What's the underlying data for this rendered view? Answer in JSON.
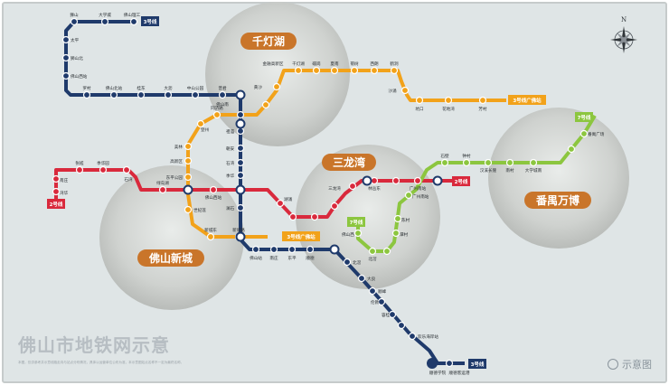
{
  "title": "佛山市地铁网示意",
  "footnote": "本图，仅供参考并示意线路走向与站点分布情况，具体以运营单位公布为准，本示意图站点名称不一定为最终名称。",
  "watermark": "示意图",
  "compass_letter": "N",
  "colors": {
    "line2": "#d9293c",
    "line3": "#1f3a6b",
    "line7": "#8cc63f",
    "line_gz": "#f2a21a",
    "area_title": "#c9752a",
    "background": "#dfe5e6"
  },
  "areas": [
    {
      "id": "qiandenghu",
      "label": "千灯湖"
    },
    {
      "id": "sanlongwan",
      "label": "三龙湾"
    },
    {
      "id": "foshanxincheng",
      "label": "佛山新城"
    },
    {
      "id": "panyuwanbo",
      "label": "番禺万博"
    }
  ],
  "line_badges": [
    {
      "id": "line3-north",
      "label": "3号线"
    },
    {
      "id": "line3-south",
      "label": "3号线"
    },
    {
      "id": "line2-west",
      "label": "2号线"
    },
    {
      "id": "line2-east",
      "label": "2号线"
    },
    {
      "id": "line7-north",
      "label": "7号线"
    },
    {
      "id": "line7-west",
      "label": "7号线"
    },
    {
      "id": "gf-north",
      "label": "3号线广佛站"
    },
    {
      "id": "gf-south",
      "label": "3号线广佛站"
    }
  ],
  "stations": {
    "line3": [
      "狮山",
      "大学城",
      "佛山理工",
      "太平",
      "狮山北",
      "佛山西站",
      "罗村",
      "佛山北站",
      "桂东",
      "大沥",
      "中山公园",
      "普君",
      "佛山南",
      "祖庙",
      "朝安",
      "石湾",
      "季华",
      "澜石",
      "佛山站",
      "南庄",
      "东平",
      "顺德",
      "北滘",
      "大良",
      "顺峰",
      "伦教",
      "容桂",
      "欢乐海岸站",
      "顺德学院",
      "顺德客运港"
    ],
    "line2": [
      "南庄",
      "湾华",
      "张槎",
      "季华园",
      "石湾",
      "绿岛湖",
      "佛山西站",
      "湖涌",
      "三龙湾",
      "林岳东",
      "广州南站"
    ],
    "line7": [
      "佛山西",
      "北滘",
      "潭村",
      "陈村",
      "广州南站",
      "石壁",
      "钟村",
      "汉溪长隆",
      "南村",
      "大学城南",
      "番禺广场"
    ],
    "line_gz": [
      "金融高新区",
      "千灯湖",
      "礌岗",
      "夏南",
      "菊树",
      "西朗",
      "鹤洞",
      "沙涌",
      "坑口",
      "花地湾",
      "芳村",
      "黄沙",
      "同济路",
      "美林",
      "高新区",
      "东平公园",
      "世纪莲",
      "新城东",
      "新城路",
      "登州"
    ]
  }
}
